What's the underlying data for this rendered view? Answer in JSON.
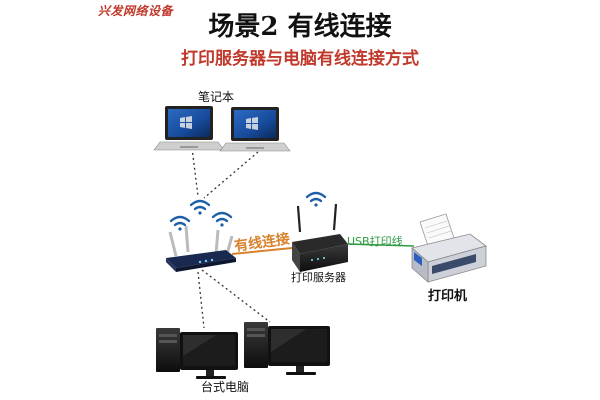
{
  "watermark": "兴发网络设备",
  "title": "场景2  有线连接",
  "subtitle": "打印服务器与电脑有线连接方式",
  "labels": {
    "laptop": "笔记本",
    "desktop": "台式电脑",
    "print_server": "打印服务器",
    "printer": "打印机",
    "wired_link": "有线连接",
    "usb_link": "USB打印线"
  },
  "colors": {
    "title": "#111111",
    "subtitle": "#c0392b",
    "wired_link": "#d9812b",
    "usb_link": "#2e9b43",
    "wifi_signal": "#1f5fa8"
  },
  "icons": [
    "laptop-icon",
    "router-icon",
    "wifi-signal-icon",
    "print-server-icon",
    "printer-icon",
    "desktop-pc-icon"
  ]
}
